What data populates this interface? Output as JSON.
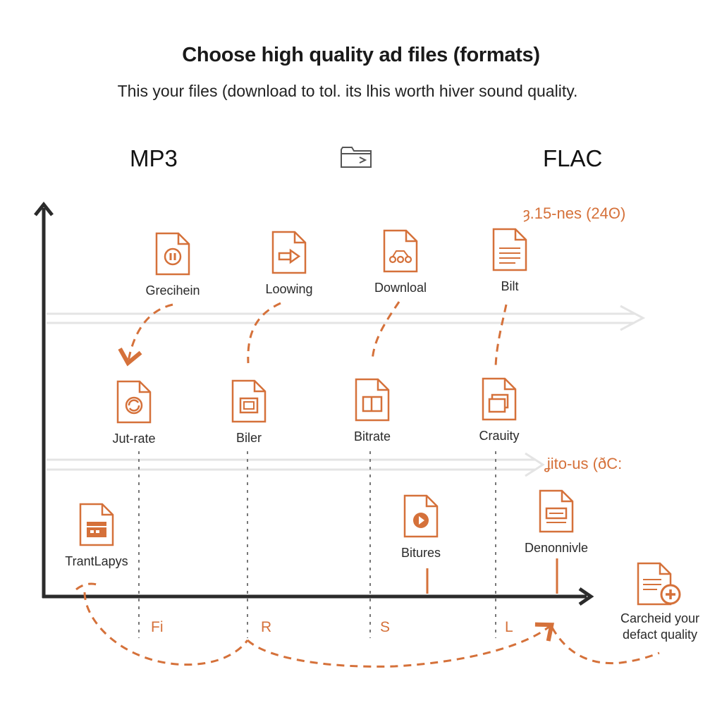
{
  "header": {
    "title": "Choose high quality ad files (formats)",
    "subtitle": "This your files (download to tol. its lhis worth hiver sound quality."
  },
  "formats": {
    "left": "MP3",
    "right": "FLAC"
  },
  "ranges": {
    "top": "ȝ.15-nes (24ʘ)",
    "middle": "ʝito-us (ðC:"
  },
  "row1": [
    {
      "label": "Grecihein",
      "icon": "pause-file-icon"
    },
    {
      "label": "Loowing",
      "icon": "arrow-file-icon"
    },
    {
      "label": "Downloal",
      "icon": "dots-file-icon"
    },
    {
      "label": "Bilt",
      "icon": "lines-file-icon"
    }
  ],
  "row2": [
    {
      "label": "Jut-rate",
      "icon": "sync-file-icon"
    },
    {
      "label": "Biler",
      "icon": "window-file-icon"
    },
    {
      "label": "Bitrate",
      "icon": "frame-file-icon"
    },
    {
      "label": "Crauity",
      "icon": "layers-file-icon"
    }
  ],
  "row3": [
    {
      "label": "TrantLapys",
      "icon": "grid-file-icon"
    },
    {
      "label": "Bitures",
      "icon": "play-file-icon"
    },
    {
      "label": "Denonnivle",
      "icon": "doc-file-icon"
    }
  ],
  "axis_letters": [
    "Fi",
    "R",
    "S",
    "L"
  ],
  "cta": {
    "line1": "Carcheid your",
    "line2": "defact quality",
    "icon": "add-file-icon"
  },
  "colors": {
    "accent": "#d5713a",
    "axis": "#2b2b2b",
    "guide": "#e6e6e6"
  }
}
